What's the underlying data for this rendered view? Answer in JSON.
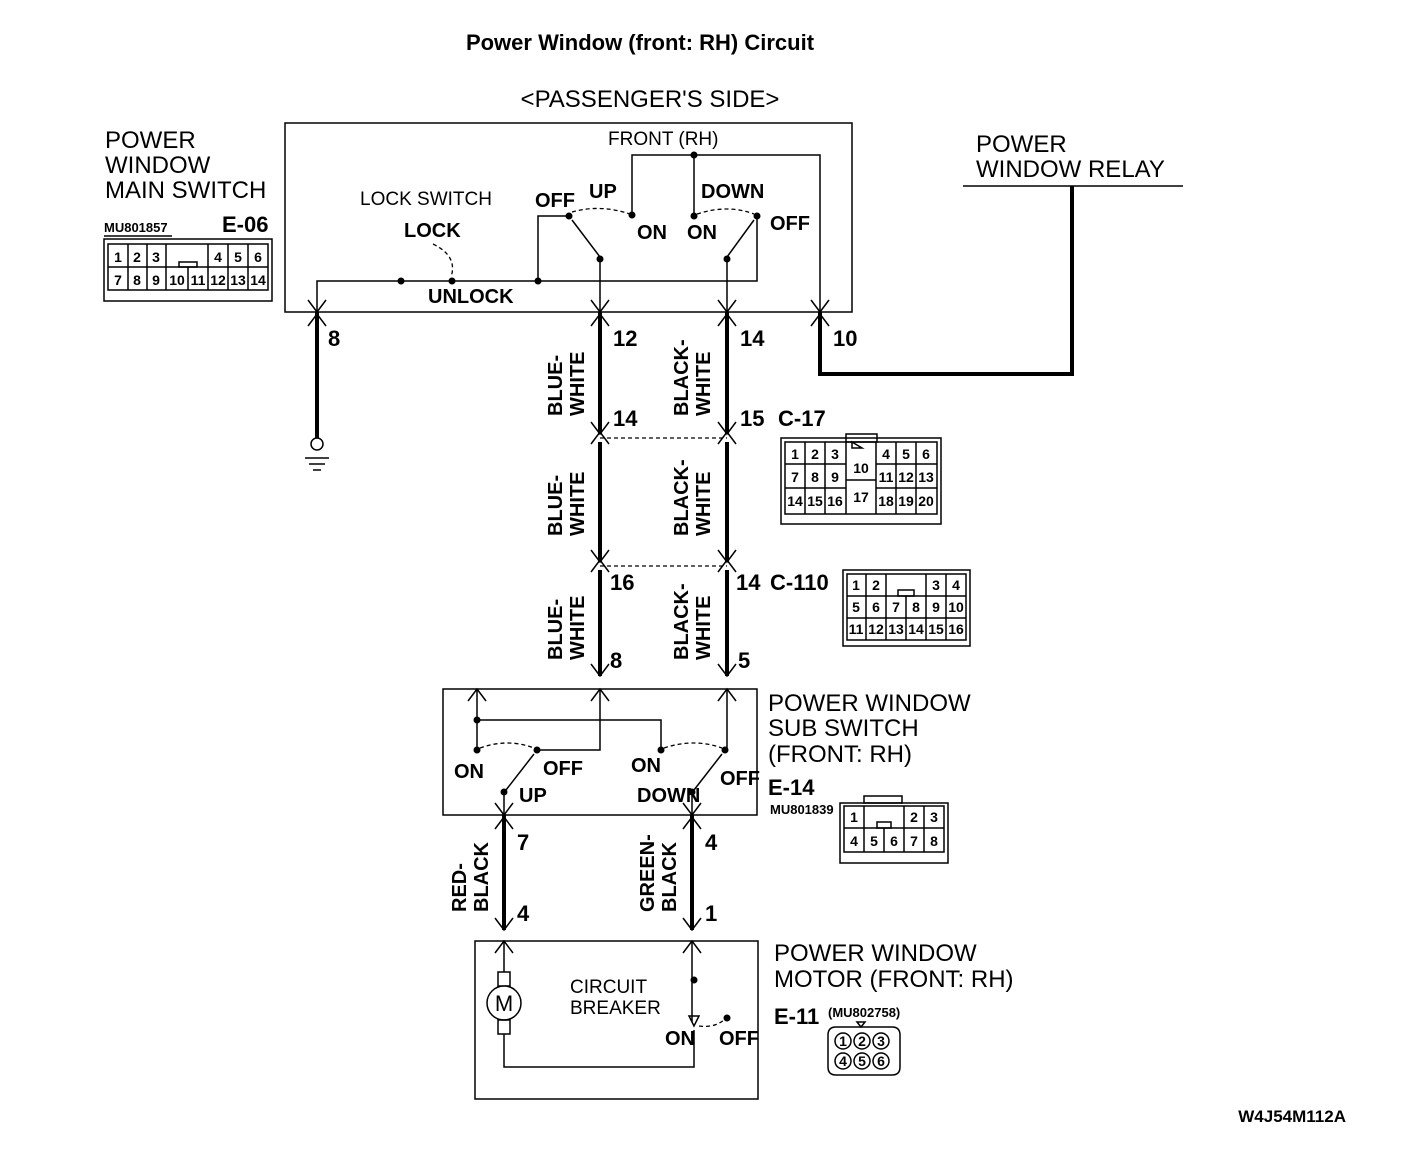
{
  "title": "Power Window (front: RH) Circuit",
  "side_label": "<PASSENGER'S SIDE>",
  "main_switch": {
    "name_lines": [
      "POWER",
      "WINDOW",
      "MAIN SWITCH"
    ],
    "part_no": "MU801857",
    "connector_id": "E-06",
    "front_label": "FRONT (RH)",
    "lock_switch_label": "LOCK SWITCH",
    "lock": "LOCK",
    "unlock": "UNLOCK",
    "up": "UP",
    "down": "DOWN",
    "off": "OFF",
    "on": "ON",
    "pins": [
      "8",
      "12",
      "14",
      "10"
    ],
    "connector_pins": [
      "1",
      "2",
      "3",
      "4",
      "5",
      "6",
      "7",
      "8",
      "9",
      "10",
      "11",
      "12",
      "13",
      "14"
    ]
  },
  "relay": {
    "name_lines": [
      "POWER",
      "WINDOW RELAY"
    ]
  },
  "wire_colors": {
    "blue_white": [
      "BLUE-",
      "WHITE"
    ],
    "black_white": [
      "BLACK-",
      "WHITE"
    ],
    "red_black": [
      "RED-",
      "BLACK"
    ],
    "green_black": [
      "GREEN-",
      "BLACK"
    ]
  },
  "c17": {
    "id": "C-17",
    "pins_left": "14",
    "pins_right": "15",
    "connector_pins": [
      "1",
      "2",
      "3",
      "4",
      "5",
      "6",
      "7",
      "8",
      "9",
      "10",
      "11",
      "12",
      "13",
      "14",
      "15",
      "16",
      "17",
      "18",
      "19",
      "20"
    ]
  },
  "c110": {
    "id": "C-110",
    "pins_left": "16",
    "pins_right": "14",
    "connector_pins": [
      "1",
      "2",
      "3",
      "4",
      "5",
      "6",
      "7",
      "8",
      "9",
      "10",
      "11",
      "12",
      "13",
      "14",
      "15",
      "16"
    ]
  },
  "sub_switch": {
    "name_lines": [
      "POWER WINDOW",
      "SUB SWITCH",
      "(FRONT: RH)"
    ],
    "connector_id": "E-14",
    "part_no": "MU801839",
    "pins_top": [
      "8",
      "5"
    ],
    "pins_bottom": [
      "7",
      "4"
    ],
    "on": "ON",
    "off": "OFF",
    "up": "UP",
    "down": "DOWN",
    "connector_pins": [
      "1",
      "2",
      "3",
      "4",
      "5",
      "6",
      "7",
      "8"
    ]
  },
  "motor": {
    "name_lines": [
      "POWER WINDOW",
      "MOTOR (FRONT: RH)"
    ],
    "connector_id": "E-11",
    "part_no": "(MU802758)",
    "pins": [
      "4",
      "1"
    ],
    "breaker_lines": [
      "CIRCUIT",
      "BREAKER"
    ],
    "on": "ON",
    "off": "OFF",
    "connector_pins": [
      "1",
      "2",
      "3",
      "4",
      "5",
      "6"
    ]
  },
  "doc_code": "W4J54M112A"
}
